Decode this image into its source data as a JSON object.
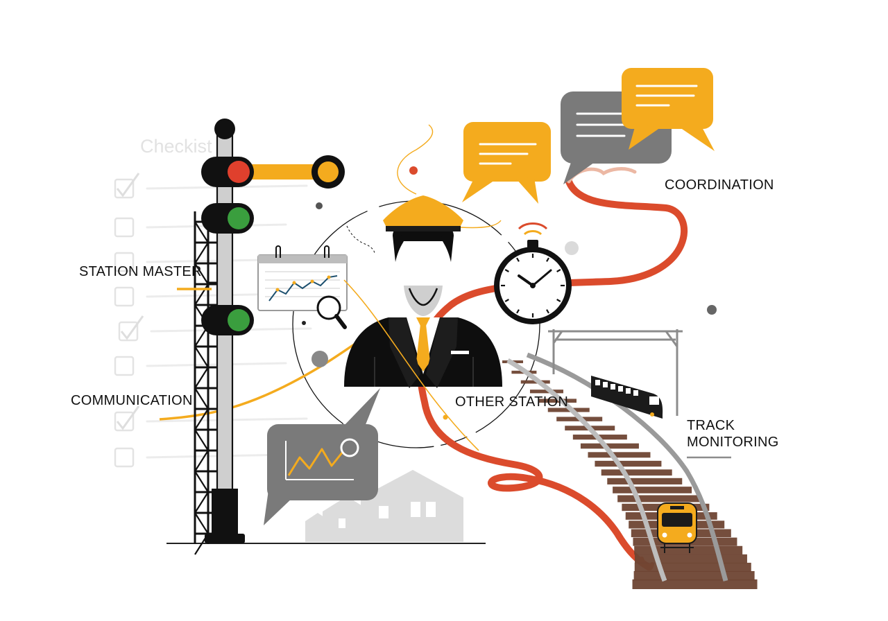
{
  "checklist": {
    "title": "Checkist",
    "items": [
      {
        "checked": true
      },
      {
        "checked": false
      },
      {
        "checked": false
      },
      {
        "checked": false
      },
      {
        "checked": true
      },
      {
        "checked": false
      },
      {
        "checked": true
      },
      {
        "checked": false
      }
    ]
  },
  "labels": {
    "station_master": "STATION MASTER",
    "communication": "COMMUNICATION",
    "coordination": "COORDINATION",
    "other_station": "OTHER STATION",
    "track_monitoring_line1": "TRACK",
    "track_monitoring_line2": "MONITORING"
  },
  "signal": {
    "lamps": [
      {
        "name": "red-lamp",
        "color": "#e0402d"
      },
      {
        "name": "green-lamp",
        "color": "#3a9e3e"
      },
      {
        "name": "green-lamp",
        "color": "#3a9e3e"
      }
    ]
  },
  "colors": {
    "accent_yellow": "#f4ab1e",
    "accent_red": "#db4b2c",
    "gray_bubble": "#7a7a7a",
    "dark": "#111111",
    "light_gray": "#e4e4e4"
  },
  "icons": [
    "checklist-icon",
    "railway-signal-icon",
    "calendar-chart-icon",
    "magnifier-icon",
    "station-master-icon",
    "stopwatch-icon",
    "speech-bubble-icon",
    "trend-chart-bubble-icon",
    "houses-icon",
    "railway-track-icon",
    "train-icon"
  ]
}
